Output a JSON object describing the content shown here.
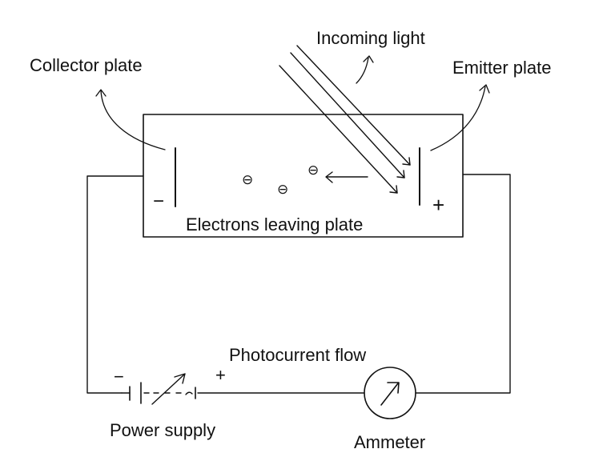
{
  "labels": {
    "incoming_light": "Incoming light",
    "collector_plate": "Collector plate",
    "emitter_plate": "Emitter plate",
    "electrons_leaving": "Electrons leaving plate",
    "photocurrent_flow": "Photocurrent flow",
    "power_supply": "Power supply",
    "ammeter": "Ammeter"
  },
  "signs": {
    "collector": "−",
    "emitter": "+",
    "supply_negative": "−",
    "supply_positive": "+"
  },
  "electron_symbol": "⊖"
}
